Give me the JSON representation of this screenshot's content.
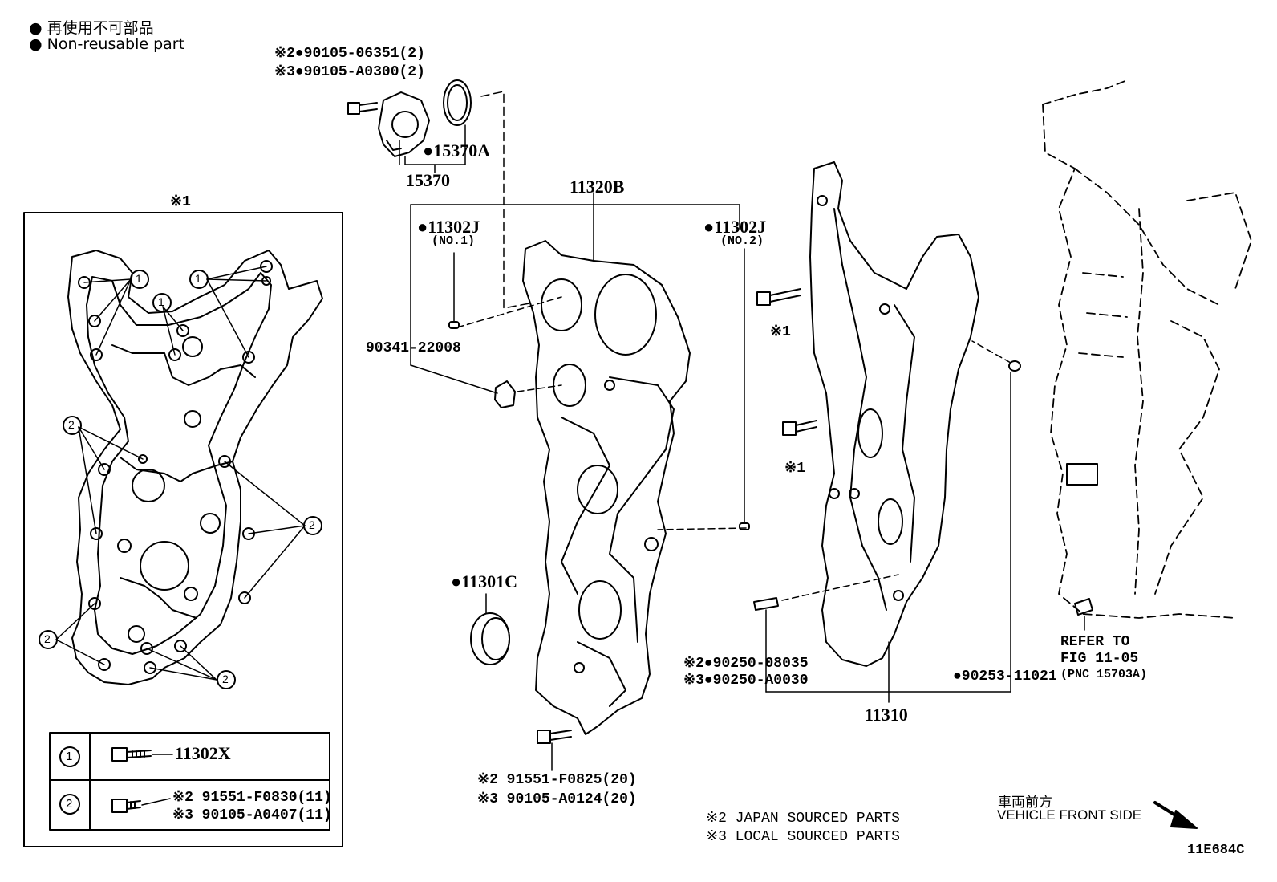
{
  "legend": {
    "line1": "● 再使用不可部品",
    "line2": "● Non-reusable part"
  },
  "callouts": {
    "bolt_top_j": "※2●90105-06351(2)",
    "bolt_top_l": "※3●90105-A0300(2)",
    "seal_15370a": "●15370A",
    "cover_15370": "15370",
    "cover_11320b": "11320B",
    "plug_no1": "●11302J",
    "plug_no1_sub": "(NO.1)",
    "plug_no2": "●11302J",
    "plug_no2_sub": "(NO.2)",
    "pin_90341": "90341-22008",
    "seal_11301c": "●11301C",
    "bolt_bottom_j": "※2 91551-F0825(20)",
    "bolt_bottom_l": "※3 90105-A0124(20)",
    "bolt_left_mark1": "※1",
    "bolt_left_mark2": "※1",
    "pin_j": "※2●90250-08035",
    "pin_l": "※3●90250-A0030",
    "pin_90253": "●90253-11021",
    "case_11310": "11310",
    "refer_1": "REFER TO",
    "refer_2": "FIG 11-05",
    "refer_3": "(PNC 15703A)"
  },
  "inset": {
    "title": "※1",
    "marker_1": "1",
    "marker_2": "2",
    "row1_num": "1",
    "row1_part": "11302X",
    "row2_num": "2",
    "row2_part_j": "※2 91551-F0830(11)",
    "row2_part_l": "※3 90105-A0407(11)"
  },
  "notes": {
    "japan": "※2 JAPAN SOURCED PARTS",
    "local": "※3 LOCAL SOURCED PARTS"
  },
  "direction": {
    "jp": "車両前方",
    "en": "VEHICLE FRONT SIDE"
  },
  "figure_id": "11E684C"
}
